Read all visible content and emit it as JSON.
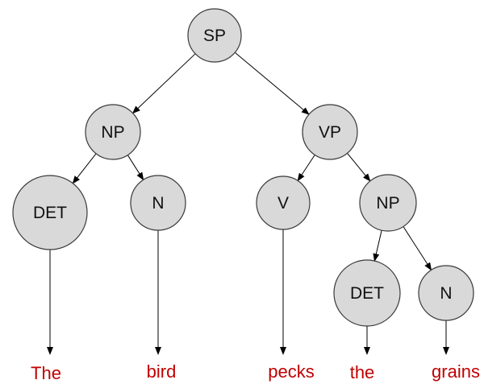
{
  "diagram": {
    "nodes": [
      {
        "id": "sp",
        "label": "SP"
      },
      {
        "id": "np1",
        "label": "NP"
      },
      {
        "id": "vp",
        "label": "VP"
      },
      {
        "id": "det1",
        "label": "DET"
      },
      {
        "id": "n1",
        "label": "N"
      },
      {
        "id": "v",
        "label": "V"
      },
      {
        "id": "np2",
        "label": "NP"
      },
      {
        "id": "det2",
        "label": "DET"
      },
      {
        "id": "n2",
        "label": "N"
      }
    ],
    "words": [
      {
        "id": "w-the-1",
        "text": "The",
        "parent": "det1"
      },
      {
        "id": "w-bird",
        "text": "bird",
        "parent": "n1"
      },
      {
        "id": "w-pecks",
        "text": "pecks",
        "parent": "v"
      },
      {
        "id": "w-the-2",
        "text": "the",
        "parent": "det2"
      },
      {
        "id": "w-grains",
        "text": "grains",
        "parent": "n2"
      }
    ],
    "edges": [
      {
        "from": "sp",
        "to": "np1"
      },
      {
        "from": "sp",
        "to": "vp"
      },
      {
        "from": "np1",
        "to": "det1"
      },
      {
        "from": "np1",
        "to": "n1"
      },
      {
        "from": "vp",
        "to": "v"
      },
      {
        "from": "vp",
        "to": "np2"
      },
      {
        "from": "np2",
        "to": "det2"
      },
      {
        "from": "np2",
        "to": "n2"
      }
    ],
    "word_color": "#c00000",
    "node_fill": "#d9d9d9"
  }
}
